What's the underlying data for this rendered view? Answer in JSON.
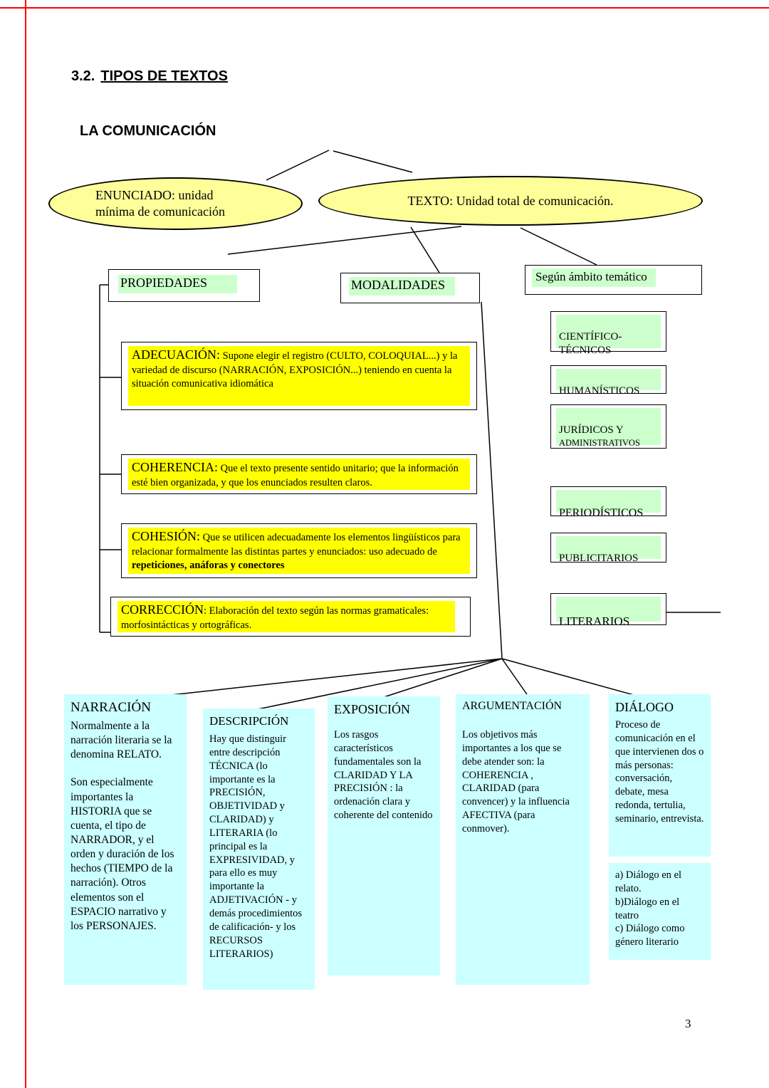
{
  "page": {
    "section_number": "3.2.",
    "section_title": "TIPOS DE TEXTOS",
    "subtitle": "LA COMUNICACIÓN",
    "page_number": "3"
  },
  "ellipses": {
    "enunciado": "ENUNCIADO: unidad\nmínima de comunicación",
    "texto": "TEXTO: Unidad total de comunicación."
  },
  "propiedades": {
    "header": "PROPIEDADES",
    "items": [
      {
        "term": "ADECUACIÓN:",
        "desc": " Supone elegir el registro (CULTO, COLOQUIAL...) y la variedad de discurso (NARRACIÓN, EXPOSICIÓN...) teniendo en cuenta la situación comunicativa idiomática"
      },
      {
        "term": "COHERENCIA:",
        "desc": " Que el texto presente sentido unitario; que la información esté bien organizada, y que los enunciados resulten claros."
      },
      {
        "term": "COHESIÓN:",
        "desc": " Que se utilicen adecuadamente los elementos lingüísticos para relacionar formalmente las distintas partes y enunciados: uso adecuado de ",
        "desc_bold": "repeticiones, anáforas y conectores"
      },
      {
        "term": "CORRECCIÓN",
        "desc": ": Elaboración del texto según las normas gramaticales: morfosintácticas y ortográficas."
      }
    ]
  },
  "modalidades": {
    "header": "MODALIDADES",
    "columns": [
      {
        "title": "NARRACIÓN",
        "p1": "Normalmente a la narración literaria se la denomina RELATO.",
        "p2": "Son especialmente importantes la HISTORIA que se cuenta, el tipo de NARRADOR,  y el orden y duración de los hechos (TIEMPO de la narración). Otros elementos son el ESPACIO narrativo y los PERSONAJES."
      },
      {
        "title": "DESCRIPCIÓN",
        "p1": "Hay que distinguir entre descripción TÉCNICA  (lo importante es  la PRECISIÓN, OBJETIVIDAD y CLARIDAD) y LITERARIA (lo principal es la EXPRESIVIDAD, y para ello es muy importante la ADJETIVACIÓN - y demás procedimientos de calificación-  y los RECURSOS LITERARIOS)"
      },
      {
        "title": "EXPOSICIÓN",
        "p1": "Los rasgos característicos fundamentales son la CLARIDAD Y LA PRECISIÓN : la ordenación clara y coherente del contenido"
      },
      {
        "title": "ARGUMENTACIÓN",
        "p1": "Los objetivos más importantes a los que se debe atender son: la COHERENCIA , CLARIDAD (para convencer) y la influencia AFECTIVA (para conmover)."
      },
      {
        "title": "DIÁLOGO",
        "p1": "Proceso de comunicación en el que intervienen dos o más personas: conversación, debate, mesa redonda, tertulia, seminario, entrevista.",
        "p2": "a) Diálogo en el relato.\nb)Diálogo en el teatro\nc) Diálogo como género literario"
      }
    ]
  },
  "ambito": {
    "header": "Según ámbito temático",
    "items": [
      {
        "label": "CIENTÍFICO-\nTÉCNICOS"
      },
      {
        "label": "HUMANÍSTICOS"
      },
      {
        "label": "JURÍDICOS  Y",
        "label2": "ADMINISTRATIVOS"
      },
      {
        "label": "PERIODÍSTICOS"
      },
      {
        "label": "PUBLICITARIOS"
      },
      {
        "label": "LITERARIOS"
      }
    ]
  },
  "colors": {
    "ellipse_fill": "#FFFF99",
    "highlight_yellow": "#FFFF00",
    "highlight_green": "#CCFFCC",
    "panel_cyan": "#CCFFFF",
    "margin_red": "#FF0000"
  }
}
